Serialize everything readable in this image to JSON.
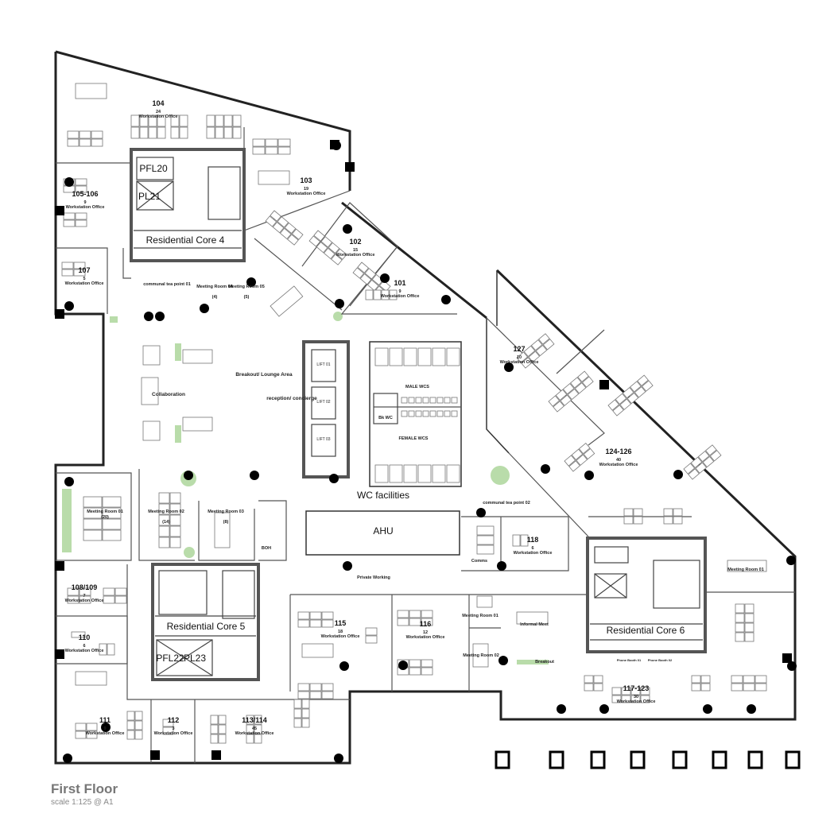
{
  "drawing": {
    "title": "First Floor",
    "scale": "scale 1:125 @ A1"
  },
  "cores": {
    "core4": "Residential Core 4",
    "core5": "Residential Core 5",
    "core6": "Residential Core 6",
    "pfl20": "PFL20",
    "pl21": "PL21",
    "pfl22": "PFL22",
    "pl23": "PL23"
  },
  "lifts": [
    "LIFT 01",
    "LIFT 02",
    "LIFT 03"
  ],
  "offices": [
    {
      "number": "104",
      "count": "24",
      "type": "Workstation Office"
    },
    {
      "number": "103",
      "count": "19",
      "type": "Workstation Office"
    },
    {
      "number": "105-106",
      "count": "9",
      "type": "Workstation Office"
    },
    {
      "number": "107",
      "count": "5",
      "type": "Workstation Office"
    },
    {
      "number": "102",
      "count": "15",
      "type": "Workstation Office"
    },
    {
      "number": "101",
      "count": "9",
      "type": "Workstation Office"
    },
    {
      "number": "127",
      "count": "10",
      "type": "Workstation Office"
    },
    {
      "number": "124-126",
      "count": "40",
      "type": "Workstation Office"
    },
    {
      "number": "118",
      "count": "6",
      "type": "Workstation Office"
    },
    {
      "number": "117-123",
      "count": "30",
      "type": "Workstation Office"
    },
    {
      "number": "115",
      "count": "18",
      "type": "Workstation Office"
    },
    {
      "number": "116",
      "count": "12",
      "type": "Workstation Office"
    },
    {
      "number": "108/109",
      "count": "7",
      "type": "Workstation Office"
    },
    {
      "number": "110",
      "count": "6",
      "type": "Workstation Office"
    },
    {
      "number": "111",
      "count": "9",
      "type": "Workstation Office"
    },
    {
      "number": "112",
      "count": "3",
      "type": "Workstation Office"
    },
    {
      "number": "113/114",
      "count": "45",
      "type": "Workstation Office"
    }
  ],
  "meeting_rooms": [
    {
      "name": "Meeting Room 01",
      "capacity": "(20)"
    },
    {
      "name": "Meeting Room 02",
      "capacity": "(14)"
    },
    {
      "name": "Meeting Room 03",
      "capacity": "(8)"
    },
    {
      "name": "Meeting Room 04",
      "capacity": "(4)"
    },
    {
      "name": "Meeting Room 05",
      "capacity": "(5)"
    }
  ],
  "spaces": {
    "tea_point_01": "communal tea point 01",
    "tea_point_02": "communal tea point 02",
    "collaboration": "Collaboration",
    "breakout_lounge": "Breakout/ Lounge Area",
    "reception": "reception/ concierge",
    "male_wcs": "MALE WCS",
    "female_wcs": "FEMALE WCS",
    "bk_wc": "Bk WC",
    "wc_facilities": "WC facilities",
    "ahu": "AHU",
    "private_working": "Private Working",
    "informal_meet": "Informal Meet",
    "breakout": "Breakout",
    "meeting_east": "Meeting Room 01",
    "meeting_south_01": "Meeting Room 01",
    "meeting_south_02": "Meeting Room 02",
    "phone_booth_01": "Phone Booth 01",
    "phone_booth_02": "Phone Booth 02",
    "comms": "Comms",
    "boh": "BOH"
  },
  "colors": {
    "planting": "#b9dcaa",
    "walls": "#222222",
    "title": "#777777"
  }
}
